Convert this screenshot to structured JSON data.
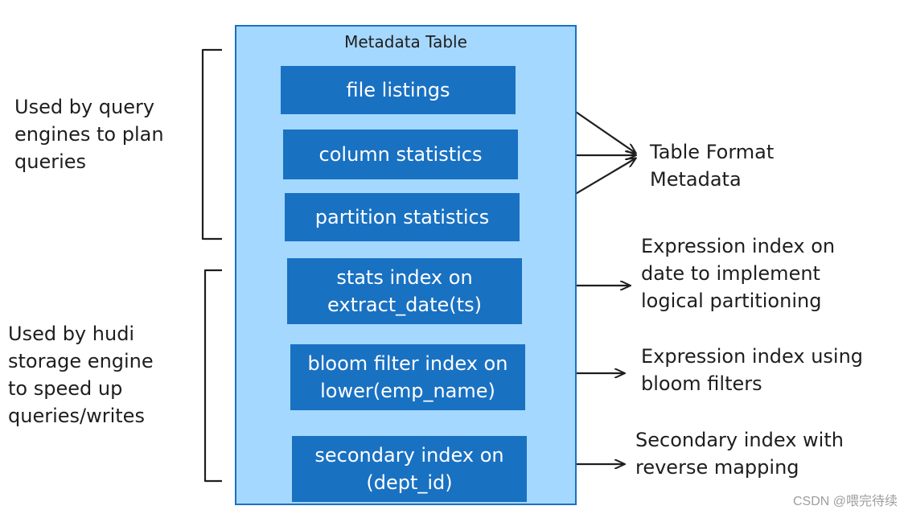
{
  "container_title": "Metadata Table",
  "metadata_items": [
    {
      "label": "file listings"
    },
    {
      "label": "column statistics"
    },
    {
      "label": "partition statistics"
    }
  ],
  "index_items": [
    {
      "label": "stats index on\nextract_date(ts)"
    },
    {
      "label": "bloom filter index on\nlower(emp_name)"
    },
    {
      "label": "secondary index on\n(dept_id)"
    }
  ],
  "left_notes": {
    "query_engines": "Used by query\nengines to plan\nqueries",
    "hudi_storage": "Used by hudi\nstorage engine\nto speed up\nqueries/writes"
  },
  "right_notes": {
    "table_format": "Table Format\nMetadata",
    "expression_date": "Expression index on\ndate to implement\nlogical partitioning",
    "expression_bloom": "Expression index using\nbloom filters",
    "secondary_reverse": "Secondary index with\nreverse mapping"
  },
  "watermark": "CSDN @喂完待续",
  "colors": {
    "container_fill": "#a5d8ff",
    "container_stroke": "#1971c2",
    "box_fill": "#1971c2",
    "box_text": "#ffffff",
    "ink": "#1e1e1e"
  }
}
